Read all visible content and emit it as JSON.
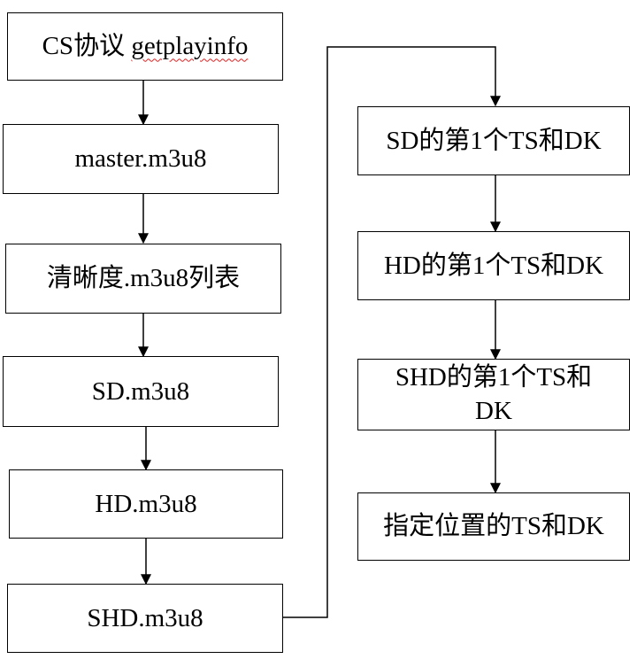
{
  "left_column": {
    "box1_prefix": "CS协议 ",
    "box1_word": "getplayinfo",
    "box2": "master.m3u8",
    "box3": "清晰度.m3u8列表",
    "box4": "SD.m3u8",
    "box5": "HD.m3u8",
    "box6": "SHD.m3u8"
  },
  "right_column": {
    "box1": "SD的第1个TS和DK",
    "box2": "HD的第1个TS和DK",
    "box3_line1": "SHD的第1个TS和",
    "box3_line2": "DK",
    "box4": "指定位置的TS和DK"
  },
  "colors": {
    "line": "#000000",
    "spellcheck_underline": "#dd2222"
  }
}
